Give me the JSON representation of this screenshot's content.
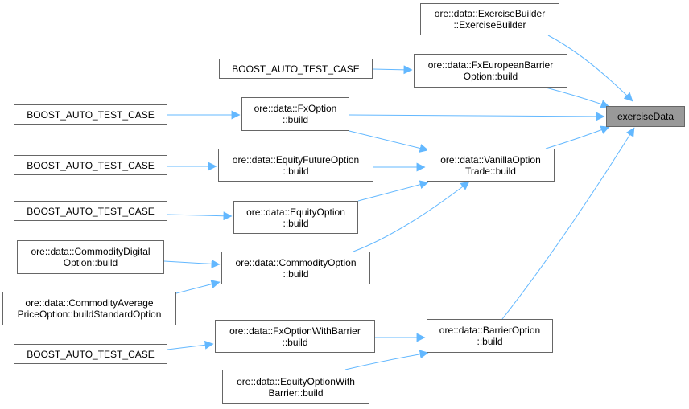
{
  "diagram": {
    "colors": {
      "edge": "#63b8ff",
      "node_border": "#666666",
      "target_fill": "#999999",
      "text": "#000000"
    },
    "nodes": [
      {
        "id": "exerciseData",
        "lines": [
          "exerciseData"
        ],
        "target": true
      },
      {
        "id": "exBuilder",
        "lines": [
          "ore::data::ExerciseBuilder",
          "::ExerciseBuilder"
        ]
      },
      {
        "id": "fxEuroBarrier",
        "lines": [
          "ore::data::FxEuropeanBarrier",
          "Option::build"
        ]
      },
      {
        "id": "batc1",
        "lines": [
          "BOOST_AUTO_TEST_CASE"
        ]
      },
      {
        "id": "fxOption",
        "lines": [
          "ore::data::FxOption",
          "::build"
        ]
      },
      {
        "id": "batc2",
        "lines": [
          "BOOST_AUTO_TEST_CASE"
        ]
      },
      {
        "id": "vanilla",
        "lines": [
          "ore::data::VanillaOption",
          "Trade::build"
        ]
      },
      {
        "id": "eqFuture",
        "lines": [
          "ore::data::EquityFutureOption",
          "::build"
        ]
      },
      {
        "id": "batc3",
        "lines": [
          "BOOST_AUTO_TEST_CASE"
        ]
      },
      {
        "id": "eqOption",
        "lines": [
          "ore::data::EquityOption",
          "::build"
        ]
      },
      {
        "id": "batc4",
        "lines": [
          "BOOST_AUTO_TEST_CASE"
        ]
      },
      {
        "id": "comOption",
        "lines": [
          "ore::data::CommodityOption",
          "::build"
        ]
      },
      {
        "id": "comDigital",
        "lines": [
          "ore::data::CommodityDigital",
          "Option::build"
        ]
      },
      {
        "id": "comAverage",
        "lines": [
          "ore::data::CommodityAverage",
          "PriceOption::buildStandardOption"
        ]
      },
      {
        "id": "barrier",
        "lines": [
          "ore::data::BarrierOption",
          "::build"
        ]
      },
      {
        "id": "fxBarrier",
        "lines": [
          "ore::data::FxOptionWithBarrier",
          "::build"
        ]
      },
      {
        "id": "batc5",
        "lines": [
          "BOOST_AUTO_TEST_CASE"
        ]
      },
      {
        "id": "eqBarrier",
        "lines": [
          "ore::data::EquityOptionWith",
          "Barrier::build"
        ]
      }
    ],
    "edges": [
      {
        "from": "exBuilder",
        "to": "exerciseData"
      },
      {
        "from": "fxEuroBarrier",
        "to": "exerciseData"
      },
      {
        "from": "fxOption",
        "to": "exerciseData"
      },
      {
        "from": "vanilla",
        "to": "exerciseData"
      },
      {
        "from": "barrier",
        "to": "exerciseData"
      },
      {
        "from": "batc1",
        "to": "fxEuroBarrier"
      },
      {
        "from": "batc2",
        "to": "fxOption"
      },
      {
        "from": "fxOption",
        "to": "vanilla"
      },
      {
        "from": "eqFuture",
        "to": "vanilla"
      },
      {
        "from": "eqOption",
        "to": "vanilla"
      },
      {
        "from": "comOption",
        "to": "vanilla"
      },
      {
        "from": "batc3",
        "to": "eqFuture"
      },
      {
        "from": "batc4",
        "to": "eqOption"
      },
      {
        "from": "comDigital",
        "to": "comOption"
      },
      {
        "from": "comAverage",
        "to": "comOption"
      },
      {
        "from": "fxBarrier",
        "to": "barrier"
      },
      {
        "from": "eqBarrier",
        "to": "barrier"
      },
      {
        "from": "batc5",
        "to": "fxBarrier"
      }
    ]
  }
}
